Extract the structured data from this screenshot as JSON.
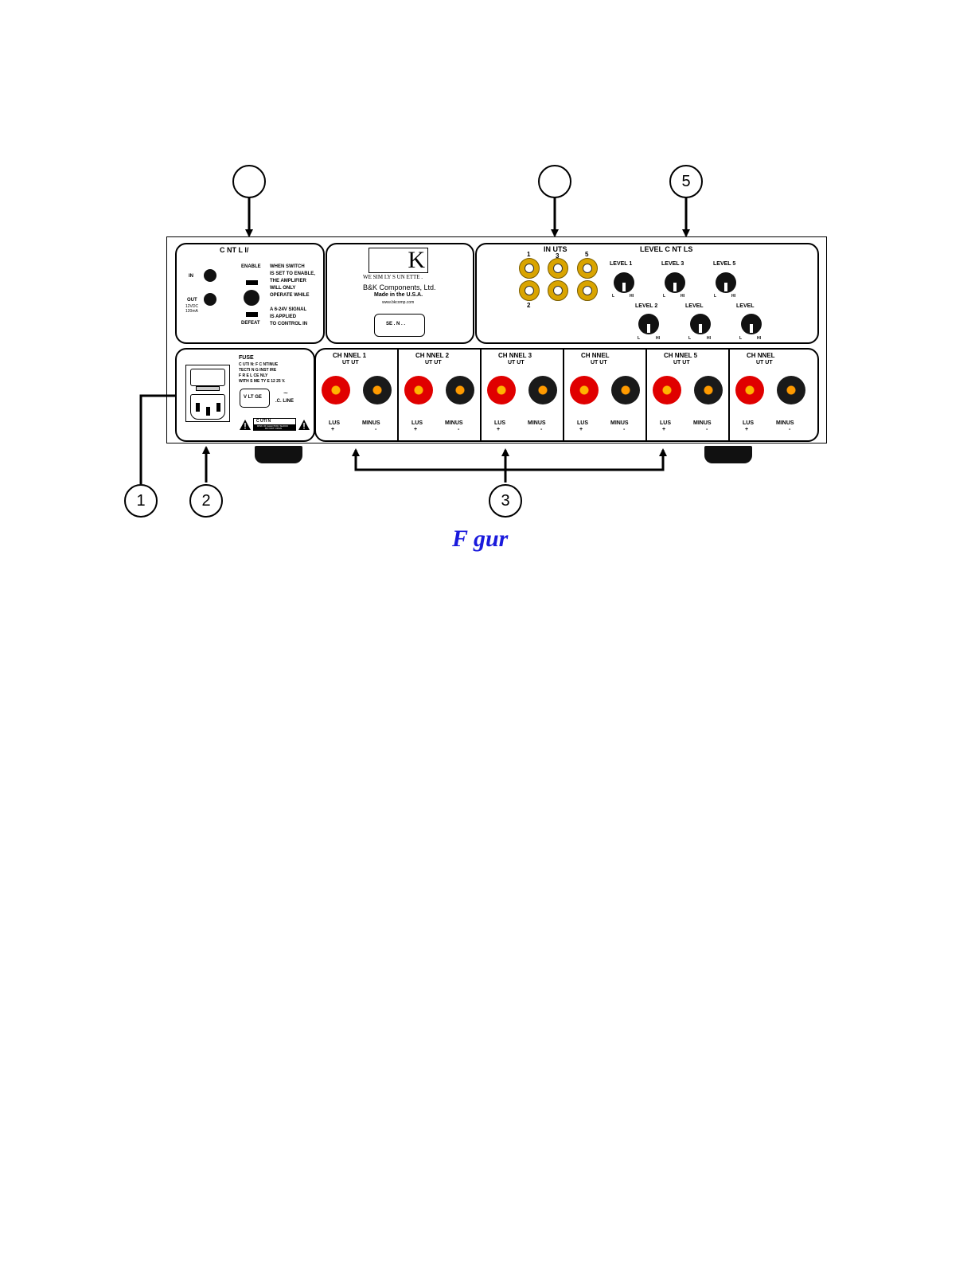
{
  "callouts": [
    "",
    "",
    "5",
    "1",
    "2",
    "3"
  ],
  "control": {
    "title": "C NT   L I/",
    "in_label": "IN",
    "out_label": "OUT",
    "out_spec_1": "12VDC",
    "out_spec_2": "120mA",
    "enable_label": "ENABLE",
    "defeat_label": "DEFEAT",
    "note_lines": [
      "WHEN SWITCH",
      "IS SET TO ENABLE,",
      "THE AMPLIFIER",
      "WILL ONLY",
      "OPERATE WHILE",
      "A 6-24V SIGNAL",
      "IS APPLIED",
      "TO CONTROL IN"
    ]
  },
  "brand": {
    "logo_letter": "K",
    "slogan": "WE SIM LY S UN   ETTE .",
    "company": "B&K Components, Ltd.",
    "made_in": "Made in the U.S.A.",
    "website": "www.bkcomp.com",
    "serial_label": "SE  . N .  ."
  },
  "inputs": {
    "title": "IN   UTS",
    "labels": [
      "1",
      "3",
      "5",
      "2"
    ]
  },
  "level_controls": {
    "title": "LEVEL  C   NT     LS",
    "knobs": [
      {
        "label": "LEVEL  1",
        "lo": "L",
        "hi": "HI"
      },
      {
        "label": "LEVEL  3",
        "lo": "L",
        "hi": "HI"
      },
      {
        "label": "LEVEL  5",
        "lo": "L",
        "hi": "HI"
      },
      {
        "label": "LEVEL  2",
        "lo": "L",
        "hi": "HI"
      },
      {
        "label": "LEVEL",
        "lo": "L",
        "hi": "HI"
      },
      {
        "label": "LEVEL",
        "lo": "L",
        "hi": "HI"
      }
    ]
  },
  "power": {
    "fuse_label": "FUSE",
    "fuse_lines": [
      "C UTI N: F   C NTINUE",
      "   TECTI N  G INST  IRE",
      "   F  R E  L CE  NLY",
      "WITH S ME TY E  12   25 V."
    ],
    "voltage_label": "V  LT  GE",
    "ac_symbol": "~",
    "ac_line": "  .C. LINE",
    "caution_title": "C   UTI   N",
    "caution_lines": [
      "RISK OF ELECTRIC SHOCK",
      "DO NOT OPEN"
    ]
  },
  "channels": [
    {
      "name": "CH   NNEL  1",
      "output": "UT  UT",
      "plus": "LUS",
      "minus": "MINUS",
      "plus_sym": "+",
      "minus_sym": "-"
    },
    {
      "name": "CH   NNEL  2",
      "output": "UT  UT",
      "plus": "LUS",
      "minus": "MINUS",
      "plus_sym": "+",
      "minus_sym": "-"
    },
    {
      "name": "CH   NNEL  3",
      "output": "UT  UT",
      "plus": "LUS",
      "minus": "MINUS",
      "plus_sym": "+",
      "minus_sym": "-"
    },
    {
      "name": "CH   NNEL",
      "output": "UT  UT",
      "plus": "LUS",
      "minus": "MINUS",
      "plus_sym": "+",
      "minus_sym": "-"
    },
    {
      "name": "CH   NNEL  5",
      "output": "UT  UT",
      "plus": "LUS",
      "minus": "MINUS",
      "plus_sym": "+",
      "minus_sym": "-"
    },
    {
      "name": "CH   NNEL",
      "output": "UT  UT",
      "plus": "LUS",
      "minus": "MINUS",
      "plus_sym": "+",
      "minus_sym": "-"
    }
  ],
  "caption": "F gur"
}
